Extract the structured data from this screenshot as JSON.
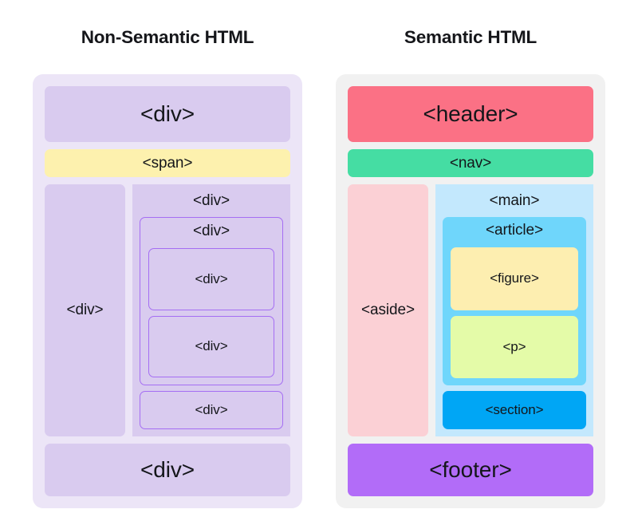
{
  "diagram": {
    "type": "comparison-diagram",
    "topic": "Non-Semantic HTML vs Semantic HTML document structure",
    "panels": [
      {
        "title": "Non-Semantic HTML",
        "container_color": "#ece5f7",
        "blocks": {
          "top": "<div>",
          "span": "<span>",
          "side": "<div>",
          "main": "<div>",
          "nested": "<div>",
          "leaf_one": "<div>",
          "leaf_two": "<div>",
          "sibling": "<div>",
          "bottom": "<div>"
        },
        "colors": {
          "block_fill": "#d9cbef",
          "span_fill": "#fdf1ae",
          "outline": "#a56ef3"
        }
      },
      {
        "title": "Semantic HTML",
        "container_color": "#f1f1f1",
        "blocks": {
          "header": "<header>",
          "nav": "<nav>",
          "aside": "<aside>",
          "main": "<main>",
          "article": "<article>",
          "figure": "<figure>",
          "paragraph": "<p>",
          "section": "<section>",
          "footer": "<footer>"
        },
        "colors": {
          "header_fill": "#fb7185",
          "nav_fill": "#45dda3",
          "aside_fill": "#fbd0d5",
          "main_fill": "#c3e8fd",
          "article_fill": "#6fd6fb",
          "figure_fill": "#fdeeb0",
          "paragraph_fill": "#e4fba8",
          "section_fill": "#00a6f5",
          "footer_fill": "#b26cf8"
        }
      }
    ]
  }
}
